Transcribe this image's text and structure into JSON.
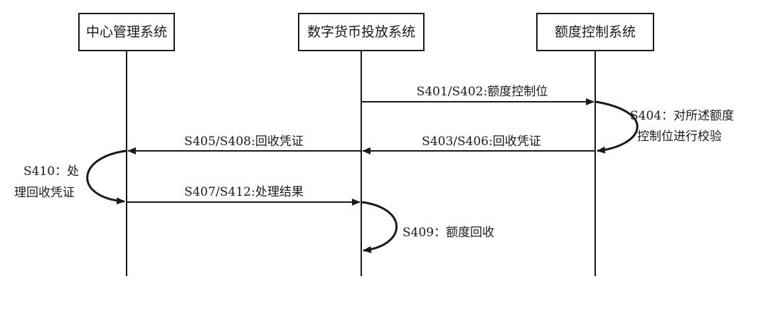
{
  "actors": [
    {
      "id": "center",
      "label": "中心管理系统"
    },
    {
      "id": "issuance",
      "label": "数字货币投放系统"
    },
    {
      "id": "quota",
      "label": "额度控制系统"
    }
  ],
  "messages": [
    {
      "id": "m1",
      "label": "S401/S402:额度控制位",
      "from": "issuance",
      "to": "quota"
    },
    {
      "id": "m2",
      "label": "S403/S406:回收凭证",
      "from": "quota",
      "to": "issuance"
    },
    {
      "id": "m3",
      "label": "S405/S408:回收凭证",
      "from": "issuance",
      "to": "center"
    },
    {
      "id": "m4",
      "label": "S407/S412:处理结果",
      "from": "center",
      "to": "issuance"
    }
  ],
  "self_steps": [
    {
      "id": "s404",
      "actor": "quota",
      "lines": [
        "S404：对所述额度",
        "控制位进行校验"
      ]
    },
    {
      "id": "s410",
      "actor": "center",
      "lines": [
        "S410：处",
        "理回收凭证"
      ]
    },
    {
      "id": "s409",
      "actor": "issuance",
      "lines": [
        "S409：额度回收"
      ]
    }
  ]
}
